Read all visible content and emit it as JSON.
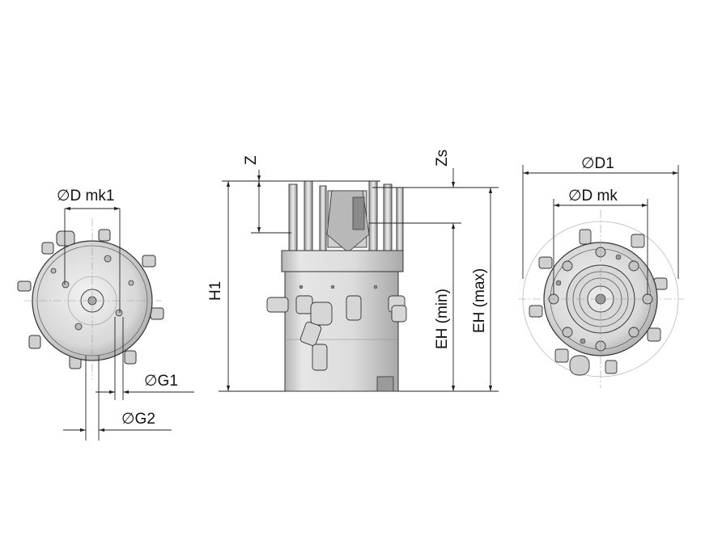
{
  "left_view": {
    "label_d_mk1": "∅D mk1",
    "label_g1": "∅G1",
    "label_g2": "∅G2"
  },
  "side_view": {
    "label_z": "Z",
    "label_zs": "Zs",
    "label_h1": "H1",
    "label_eh_min": "EH (min)",
    "label_eh_max": "EH (max)"
  },
  "right_view": {
    "label_d1": "∅D1",
    "label_d_mk": "∅D mk"
  },
  "colors": {
    "body_light": "#e2e2e2",
    "body_mid": "#c9c9c9",
    "body_dark": "#9a9a9a",
    "outline": "#333333"
  }
}
